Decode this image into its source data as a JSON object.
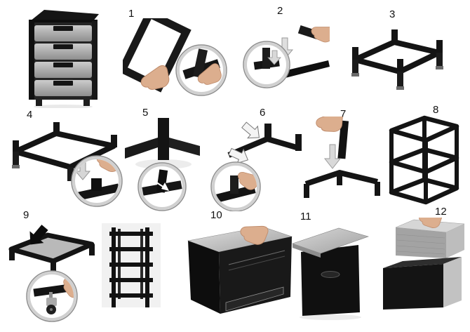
{
  "document": {
    "kind": "assembly-instruction-sheet",
    "product": "4-drawer rolling storage cart"
  },
  "colors": {
    "frame_black": "#141414",
    "drawer_grey": "#b5b5b5",
    "background": "#ffffff"
  },
  "steps": [
    {
      "num": "1"
    },
    {
      "num": "2"
    },
    {
      "num": "3"
    },
    {
      "num": "4"
    },
    {
      "num": "5"
    },
    {
      "num": "6"
    },
    {
      "num": "7"
    },
    {
      "num": "8"
    },
    {
      "num": "9"
    },
    {
      "num": "10"
    },
    {
      "num": "11"
    },
    {
      "num": "12"
    }
  ]
}
